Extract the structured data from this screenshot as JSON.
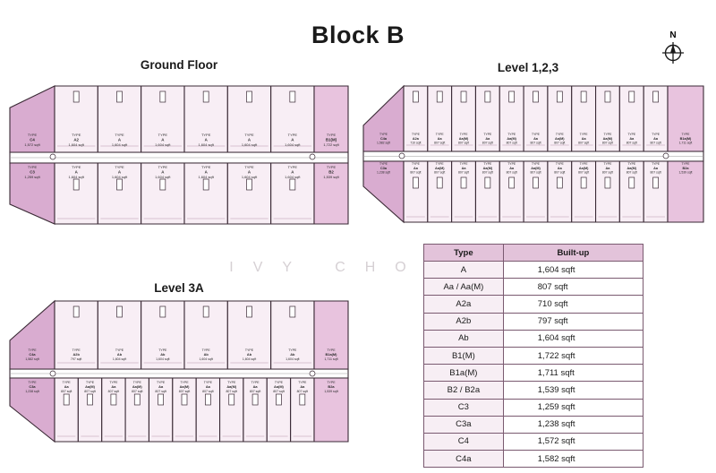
{
  "title": "Block B",
  "watermark": "IVY CHONG",
  "north_label": "N",
  "plans": {
    "ground": {
      "title": "Ground Floor",
      "top_units": [
        [
          "TYPE",
          "C4",
          "1,572 sqft"
        ],
        [
          "TYPE",
          "A2",
          "1,604 sqft"
        ],
        [
          "TYPE",
          "A",
          "1,604 sqft"
        ],
        [
          "TYPE",
          "A",
          "1,604 sqft"
        ],
        [
          "TYPE",
          "A",
          "1,604 sqft"
        ],
        [
          "TYPE",
          "A",
          "1,604 sqft"
        ],
        [
          "TYPE",
          "A",
          "1,604 sqft"
        ],
        [
          "TYPE",
          "B1(M)",
          "1,722 sqft"
        ]
      ],
      "bottom_units": [
        [
          "TYPE",
          "C3",
          "1,259 sqft"
        ],
        [
          "TYPE",
          "A",
          "1,604 sqft"
        ],
        [
          "TYPE",
          "A",
          "1,604 sqft"
        ],
        [
          "TYPE",
          "A",
          "1,604 sqft"
        ],
        [
          "TYPE",
          "A",
          "1,604 sqft"
        ],
        [
          "TYPE",
          "A",
          "1,604 sqft"
        ],
        [
          "TYPE",
          "A",
          "1,604 sqft"
        ],
        [
          "TYPE",
          "B2",
          "1,539 sqft"
        ]
      ]
    },
    "l123": {
      "title": "Level 1,2,3",
      "top_units": [
        [
          "TYPE",
          "C4a",
          "1,582 sqft"
        ],
        [
          "TYPE",
          "A2a",
          "710 sqft"
        ],
        [
          "TYPE",
          "Aa",
          "807 sqft"
        ],
        [
          "TYPE",
          "Aa(M)",
          "807 sqft"
        ],
        [
          "TYPE",
          "Aa",
          "807 sqft"
        ],
        [
          "TYPE",
          "Aa(M)",
          "807 sqft"
        ],
        [
          "TYPE",
          "Aa",
          "807 sqft"
        ],
        [
          "TYPE",
          "Aa(M)",
          "807 sqft"
        ],
        [
          "TYPE",
          "Aa",
          "807 sqft"
        ],
        [
          "TYPE",
          "Aa(M)",
          "807 sqft"
        ],
        [
          "TYPE",
          "Aa",
          "807 sqft"
        ],
        [
          "TYPE",
          "Aa",
          "807 sqft"
        ],
        [
          "TYPE",
          "B1a(M)",
          "1,711 sqft"
        ]
      ],
      "bottom_units": [
        [
          "TYPE",
          "C3a",
          "1,238 sqft"
        ],
        [
          "TYPE",
          "Aa",
          "807 sqft"
        ],
        [
          "TYPE",
          "Aa(M)",
          "807 sqft"
        ],
        [
          "TYPE",
          "Aa",
          "807 sqft"
        ],
        [
          "TYPE",
          "Aa(M)",
          "807 sqft"
        ],
        [
          "TYPE",
          "Aa",
          "807 sqft"
        ],
        [
          "TYPE",
          "Aa(M)",
          "807 sqft"
        ],
        [
          "TYPE",
          "Aa",
          "807 sqft"
        ],
        [
          "TYPE",
          "Aa(M)",
          "807 sqft"
        ],
        [
          "TYPE",
          "Aa",
          "807 sqft"
        ],
        [
          "TYPE",
          "Aa(M)",
          "807 sqft"
        ],
        [
          "TYPE",
          "Aa",
          "807 sqft"
        ],
        [
          "TYPE",
          "B2a",
          "1,539 sqft"
        ]
      ]
    },
    "l3a": {
      "title": "Level 3A",
      "top_units": [
        [
          "TYPE",
          "C4a",
          "1,582 sqft"
        ],
        [
          "TYPE",
          "A2b",
          "797 sqft"
        ],
        [
          "TYPE",
          "Ab",
          "1,604 sqft"
        ],
        [
          "TYPE",
          "Ab",
          "1,604 sqft"
        ],
        [
          "TYPE",
          "Ab",
          "1,604 sqft"
        ],
        [
          "TYPE",
          "Ab",
          "1,604 sqft"
        ],
        [
          "TYPE",
          "Ab",
          "1,604 sqft"
        ],
        [
          "TYPE",
          "B1a(M)",
          "1,711 sqft"
        ]
      ],
      "bottom_units": [
        [
          "TYPE",
          "C3a",
          "1,238 sqft"
        ],
        [
          "TYPE",
          "Aa",
          "807 sqft"
        ],
        [
          "TYPE",
          "Aa(M)",
          "807 sqft"
        ],
        [
          "TYPE",
          "Aa",
          "807 sqft"
        ],
        [
          "TYPE",
          "Aa(M)",
          "807 sqft"
        ],
        [
          "TYPE",
          "Aa",
          "807 sqft"
        ],
        [
          "TYPE",
          "Aa(M)",
          "807 sqft"
        ],
        [
          "TYPE",
          "Aa",
          "807 sqft"
        ],
        [
          "TYPE",
          "Aa(M)",
          "807 sqft"
        ],
        [
          "TYPE",
          "Aa",
          "807 sqft"
        ],
        [
          "TYPE",
          "Aa(M)",
          "807 sqft"
        ],
        [
          "TYPE",
          "Aa",
          "807 sqft"
        ],
        [
          "TYPE",
          "B2a",
          "1,539 sqft"
        ]
      ]
    }
  },
  "table": {
    "headers": [
      "Type",
      "Built-up"
    ],
    "rows": [
      [
        "A",
        "1,604 sqft"
      ],
      [
        "Aa / Aa(M)",
        "807 sqft"
      ],
      [
        "A2a",
        "710 sqft"
      ],
      [
        "A2b",
        "797 sqft"
      ],
      [
        "Ab",
        "1,604 sqft"
      ],
      [
        "B1(M)",
        "1,722 sqft"
      ],
      [
        "B1a(M)",
        "1,711 sqft"
      ],
      [
        "B2 / B2a",
        "1,539 sqft"
      ],
      [
        "C3",
        "1,259 sqft"
      ],
      [
        "C3a",
        "1,238 sqft"
      ],
      [
        "C4",
        "1,572 sqft"
      ],
      [
        "C4a",
        "1,582 sqft"
      ]
    ]
  },
  "colors": {
    "corner_unit": "#d9acd0",
    "end_unit": "#e8c3de",
    "unit": "#f8eef5",
    "outline": "#3a2a35",
    "header": "#e3c3da"
  }
}
